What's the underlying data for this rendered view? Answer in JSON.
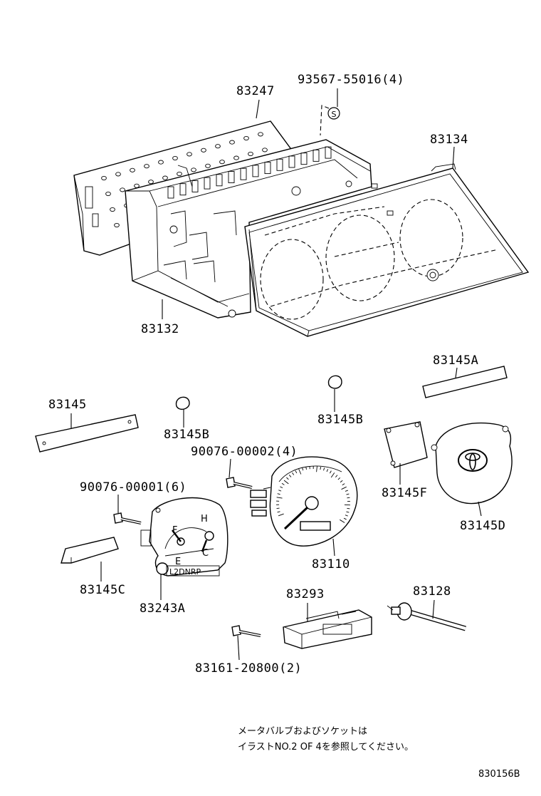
{
  "diagram": {
    "part_labels": [
      {
        "id": "83247",
        "text": "83247"
      },
      {
        "id": "93567",
        "text": "93567-55016(4)"
      },
      {
        "id": "83134",
        "text": "83134"
      },
      {
        "id": "83132",
        "text": "83132"
      },
      {
        "id": "83145A",
        "text": "83145A"
      },
      {
        "id": "83145",
        "text": "83145"
      },
      {
        "id": "83145B_left",
        "text": "83145B"
      },
      {
        "id": "83145B_right",
        "text": "83145B"
      },
      {
        "id": "90076_2",
        "text": "90076-00002(4)"
      },
      {
        "id": "90076_1",
        "text": "90076-00001(6)"
      },
      {
        "id": "83145F",
        "text": "83145F"
      },
      {
        "id": "83145D",
        "text": "83145D"
      },
      {
        "id": "83110",
        "text": "83110"
      },
      {
        "id": "83145C",
        "text": "83145C"
      },
      {
        "id": "83243A",
        "text": "83243A"
      },
      {
        "id": "83293",
        "text": "83293"
      },
      {
        "id": "83128",
        "text": "83128"
      },
      {
        "id": "83161",
        "text": "83161-20800(2)"
      }
    ],
    "symbol_s": "S",
    "gauge_letters": {
      "f": "F",
      "h": "H",
      "e": "E",
      "c": "C",
      "gear": "L2DNRP"
    },
    "note_lines": [
      "メータバルブおよびソケットは",
      "イラストNO.2 OF 4を参照してください。"
    ],
    "figure_code": "830156B"
  }
}
